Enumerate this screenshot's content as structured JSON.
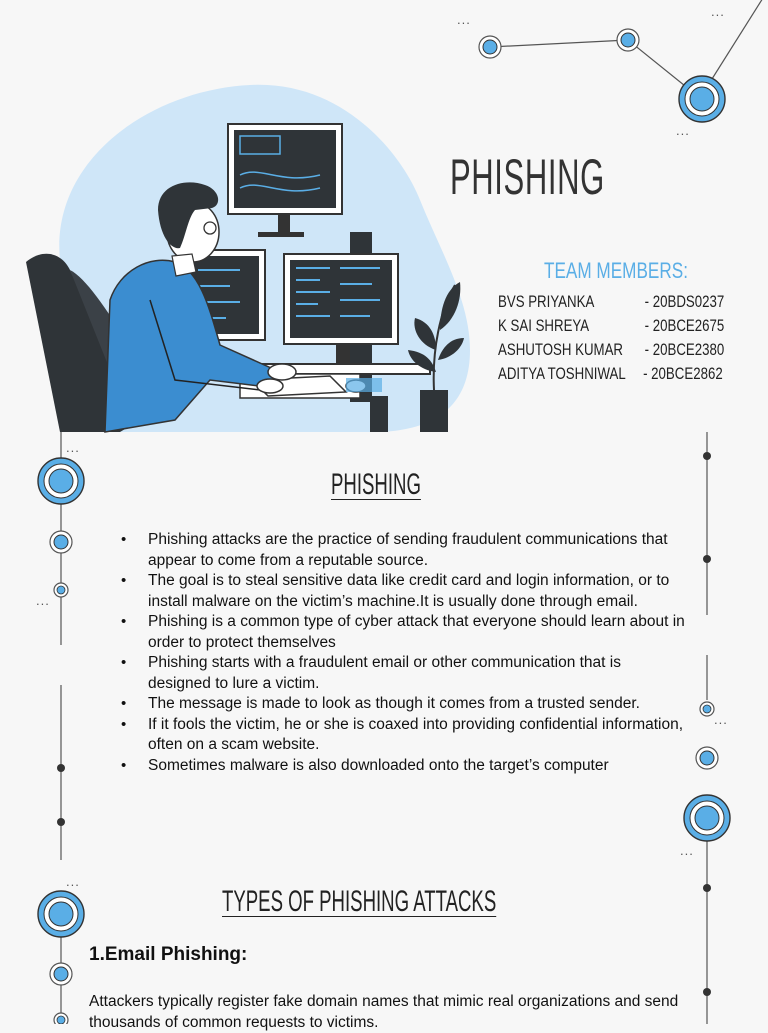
{
  "title": "PHISHING",
  "team": {
    "heading": "TEAM MEMBERS:",
    "members": [
      {
        "name": "BVS PRIYANKA",
        "id": "- 20BDS0237"
      },
      {
        "name": "K SAI SHREYA",
        "id": "- 20BCE2675"
      },
      {
        "name": "ASHUTOSH KUMAR",
        "id": "- 20BCE2380"
      },
      {
        "name": "ADITYA TOSHNIWAL",
        "id": "- 20BCE2862"
      }
    ]
  },
  "section1": {
    "heading": "PHISHING",
    "bullets": [
      "Phishing attacks are the practice of sending fraudulent communications that appear to come from a reputable source.",
      "The goal is to steal sensitive data like credit card and login information, or to install malware on the victim’s machine.It is usually done through email.",
      "Phishing is a common type of cyber attack that everyone should learn about in order to protect themselves",
      "Phishing starts with a fraudulent email or other communication that is designed to lure a victim.",
      "The message is made to look as though it comes from a trusted sender.",
      "If it fools the victim, he or she is coaxed into providing confidential information, often on a scam website.",
      "Sometimes malware is also downloaded onto the target’s computer"
    ]
  },
  "section2": {
    "heading": "TYPES OF PHISHING ATTACKS",
    "sub_heading": "1.Email Phishing:",
    "body": "Attackers typically register fake domain names that mimic real organizations and send thousands of common requests to victims."
  },
  "decor": {
    "ellipsis": "..."
  },
  "colors": {
    "accent": "#5aaee6",
    "dark": "#333333",
    "blob": "#cfe6f8"
  }
}
